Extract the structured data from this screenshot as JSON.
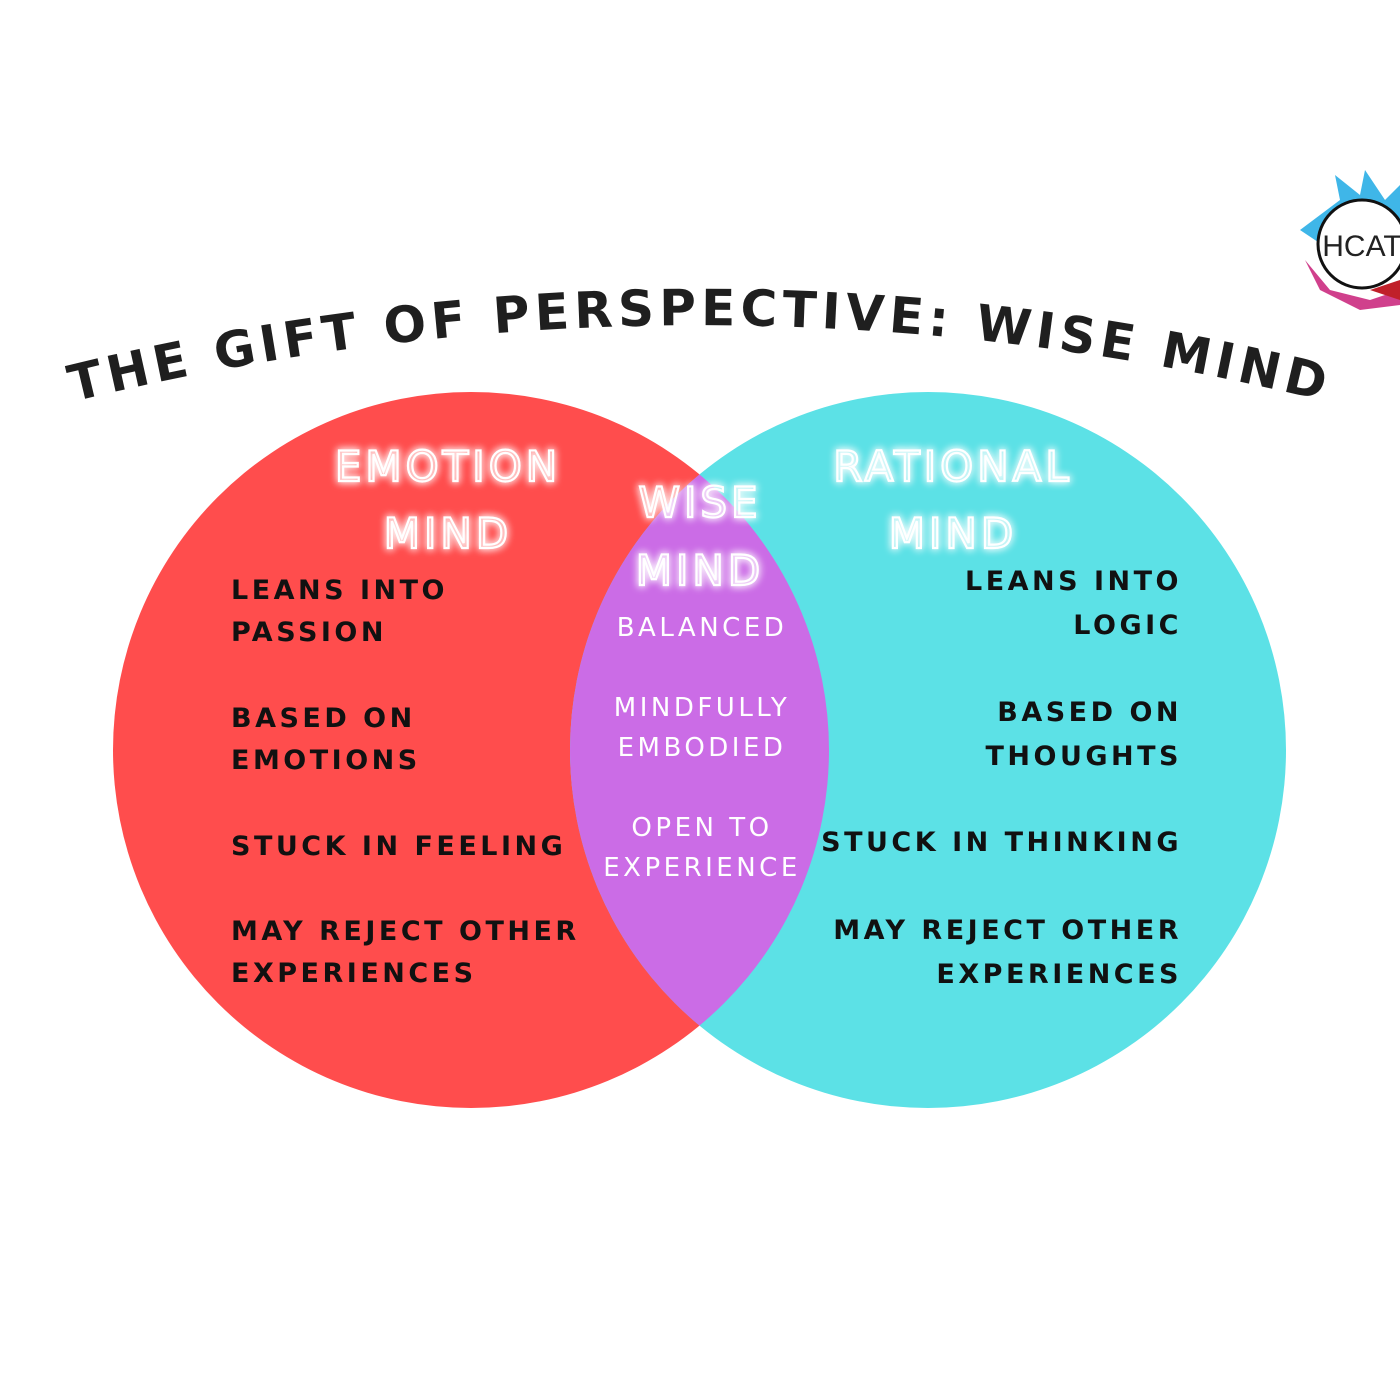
{
  "title": "THE GIFT OF PERSPECTIVE: WISE MIND",
  "logo": {
    "text": "HCAT"
  },
  "colors": {
    "emotion": "#FF4D4D",
    "rational": "#5CE1E6",
    "wise": "#CB6CE6"
  },
  "emotion_mind": {
    "heading": [
      "EMOTION",
      "MIND"
    ],
    "items": [
      [
        "LEANS INTO",
        "PASSION"
      ],
      [
        "BASED ON",
        "EMOTIONS"
      ],
      [
        "STUCK IN FEELING"
      ],
      [
        "MAY REJECT OTHER",
        "EXPERIENCES"
      ]
    ]
  },
  "wise_mind": {
    "heading": [
      "WISE",
      "MIND"
    ],
    "items": [
      [
        "BALANCED"
      ],
      [
        "MINDFULLY",
        "EMBODIED"
      ],
      [
        "OPEN TO",
        "EXPERIENCE"
      ]
    ]
  },
  "rational_mind": {
    "heading": [
      "RATIONAL",
      "MIND"
    ],
    "items": [
      [
        "LEANS INTO",
        "LOGIC"
      ],
      [
        "BASED ON",
        "THOUGHTS"
      ],
      [
        "STUCK IN THINKING"
      ],
      [
        "MAY REJECT OTHER",
        "EXPERIENCES"
      ]
    ]
  }
}
